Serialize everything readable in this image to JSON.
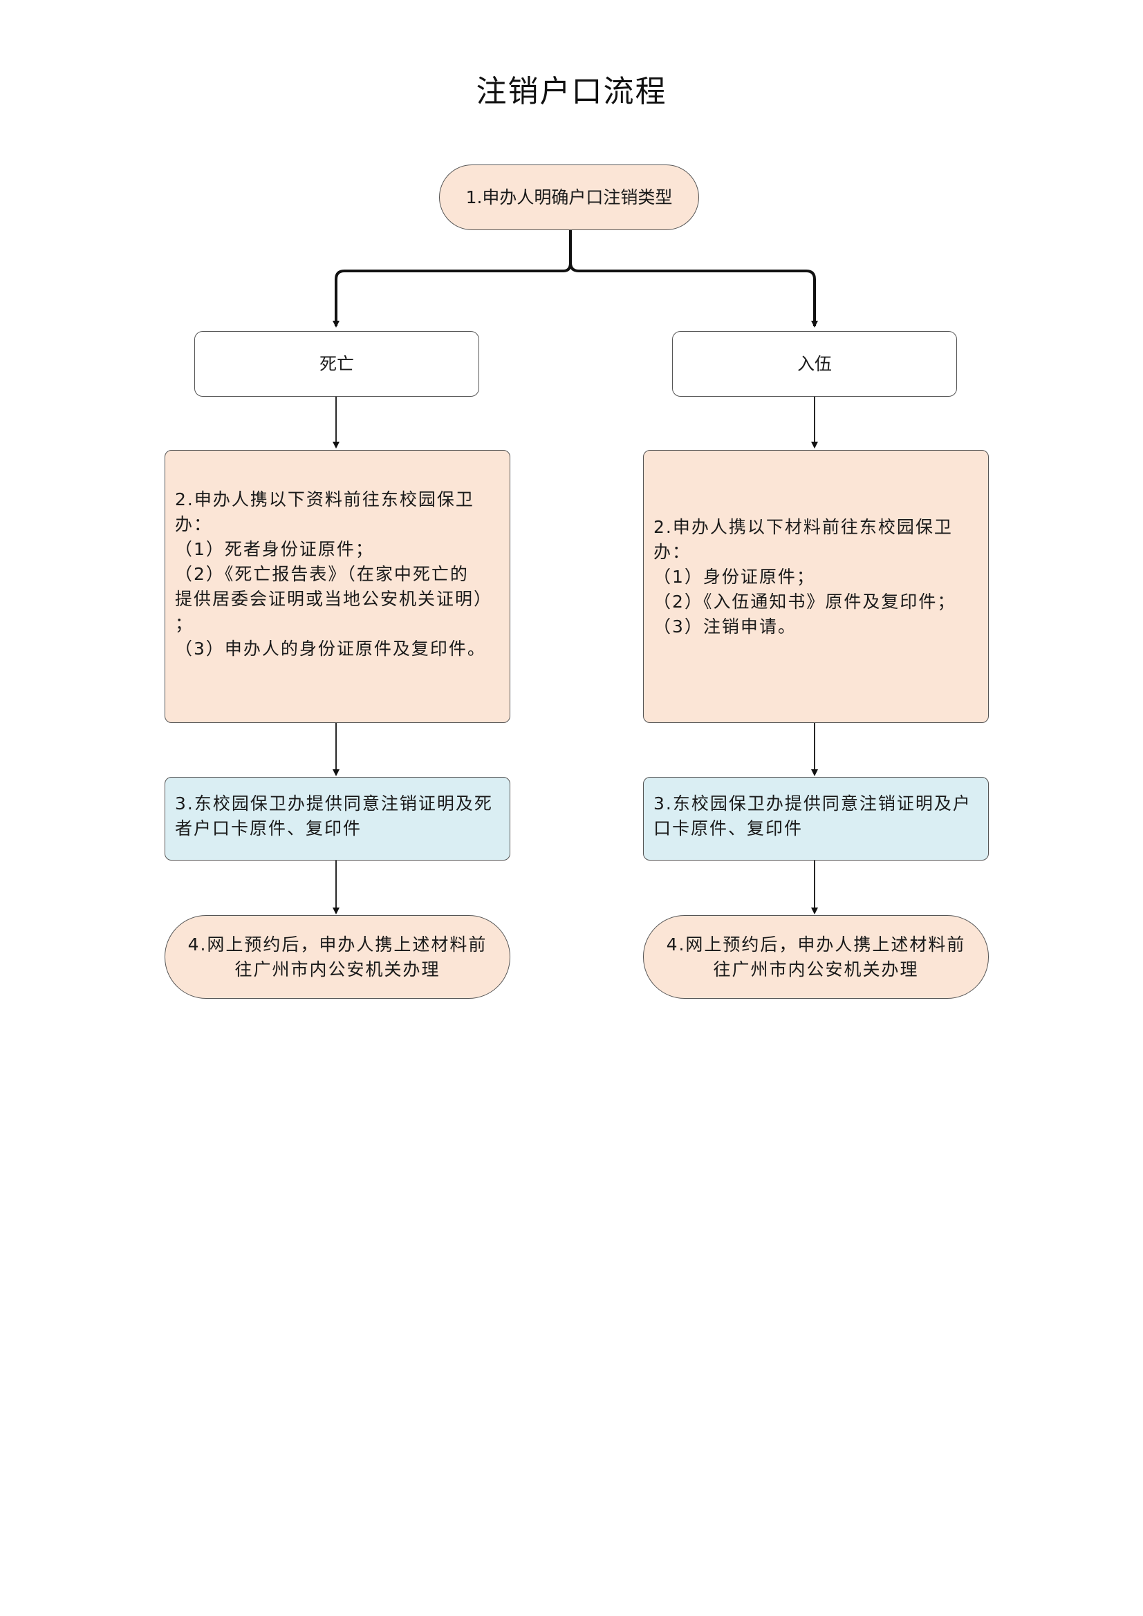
{
  "title": "注销户口流程",
  "start_node": "1.申办人明确户口注销类型",
  "branches": {
    "left": {
      "label": "死亡",
      "step2_lines": [
        "2.申办人携以下资料前往东校园保卫",
        "办：",
        "（1）死者身份证原件；",
        "（2）《死亡报告表》（在家中死亡的",
        "提供居委会证明或当地公安机关证明）",
        "；",
        "（3）申办人的身份证原件及复印件。"
      ],
      "step3_lines": [
        "3.东校园保卫办提供同意注销证明及死",
        "者户口卡原件、复印件"
      ],
      "step4_lines": [
        "4.网上预约后，申办人携上述材料前",
        "往广州市内公安机关办理"
      ]
    },
    "right": {
      "label": "入伍",
      "step2_lines": [
        "2.申办人携以下材料前往东校园保卫",
        "办：",
        "（1）身份证原件；",
        "（2）《入伍通知书》原件及复印件；",
        "（3）注销申请。"
      ],
      "step3_lines": [
        "3.东校园保卫办提供同意注销证明及户",
        "口卡原件、复印件"
      ],
      "step4_lines": [
        "4.网上预约后，申办人携上述材料前",
        "往广州市内公安机关办理"
      ]
    }
  },
  "colors": {
    "peach": "#fbe5d6",
    "blue": "#daeef3",
    "border": "#555555",
    "connector": "#111111"
  }
}
